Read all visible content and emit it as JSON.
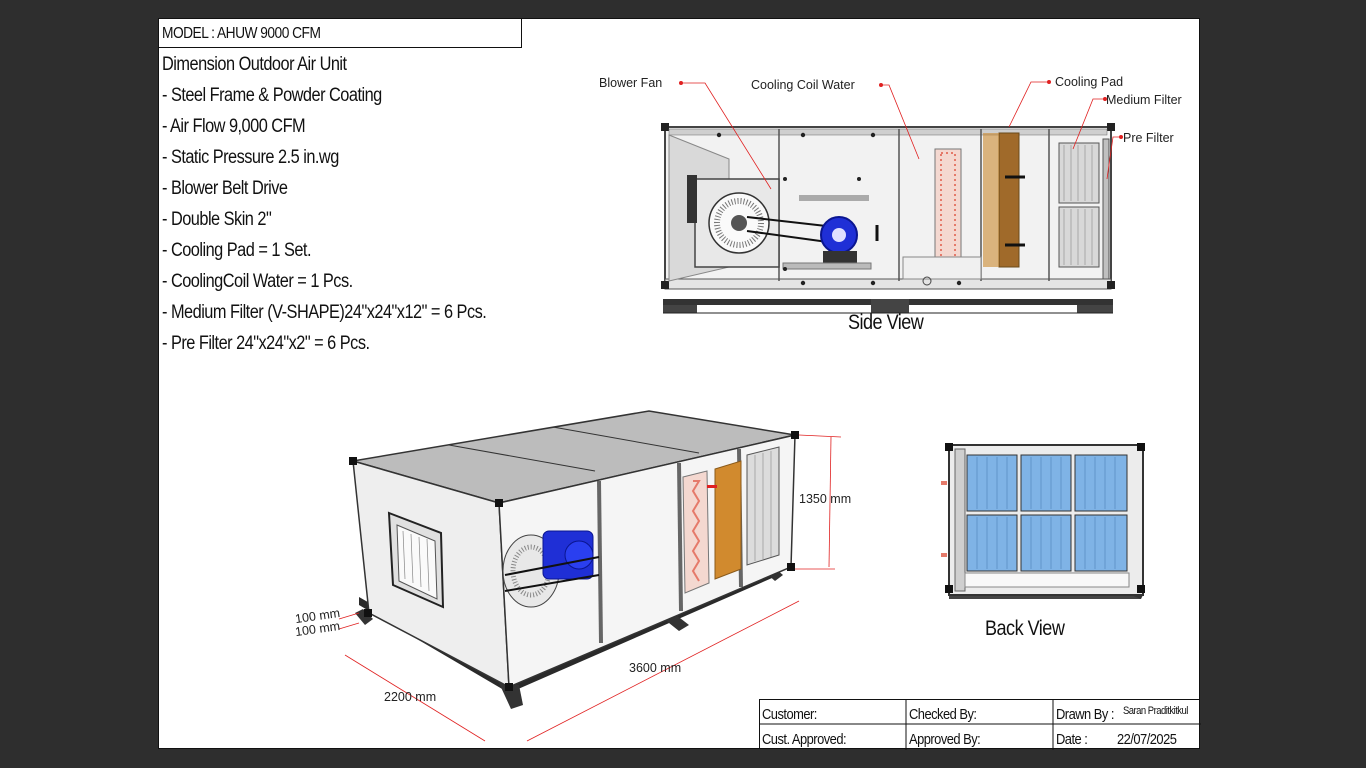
{
  "model": "MODEL : AHUW 9000 CFM",
  "specs": [
    "Dimension Outdoor Air Unit",
    "- Steel Frame & Powder Coating",
    "- Air Flow 9,000 CFM",
    "- Static Pressure 2.5 in.wg",
    "- Blower Belt Drive",
    "- Double Skin 2\"",
    "- Cooling Pad = 1 Set.",
    "- CoolingCoil Water = 1 Pcs.",
    "- Medium Filter (V-SHAPE)24\"x24\"x12\" = 6 Pcs.",
    "- Pre Filter 24\"x24\"x2\" = 6 Pcs."
  ],
  "callouts": {
    "blower_fan": "Blower Fan",
    "cooling_coil": "Cooling Coil Water",
    "cooling_pad": "Cooling Pad",
    "medium_filter": "Medium Filter",
    "pre_filter": "Pre Filter"
  },
  "views": {
    "side": "Side View",
    "back": "Back View"
  },
  "dimensions": {
    "height": "1350 mm",
    "length": "3600 mm",
    "width": "2200 mm",
    "base1": "100 mm",
    "base2": "100 mm"
  },
  "title_block": {
    "customer": "Customer:",
    "checked_by": "Checked By:",
    "drawn_by": "Drawn By :",
    "drawn_by_name": "Saran Praditkitkul",
    "cust_approved": "Cust. Approved:",
    "approved_by": "Approved By:",
    "date_label": "Date :",
    "date_value": "22/07/2025"
  },
  "colors": {
    "background": "#2e2e2e",
    "motor": "#1f2fd6",
    "cooling_pad": "#d18a2e",
    "coil": "#e57a6a",
    "filter_blue": "#7fb3e6",
    "callout_red": "#e02020"
  }
}
